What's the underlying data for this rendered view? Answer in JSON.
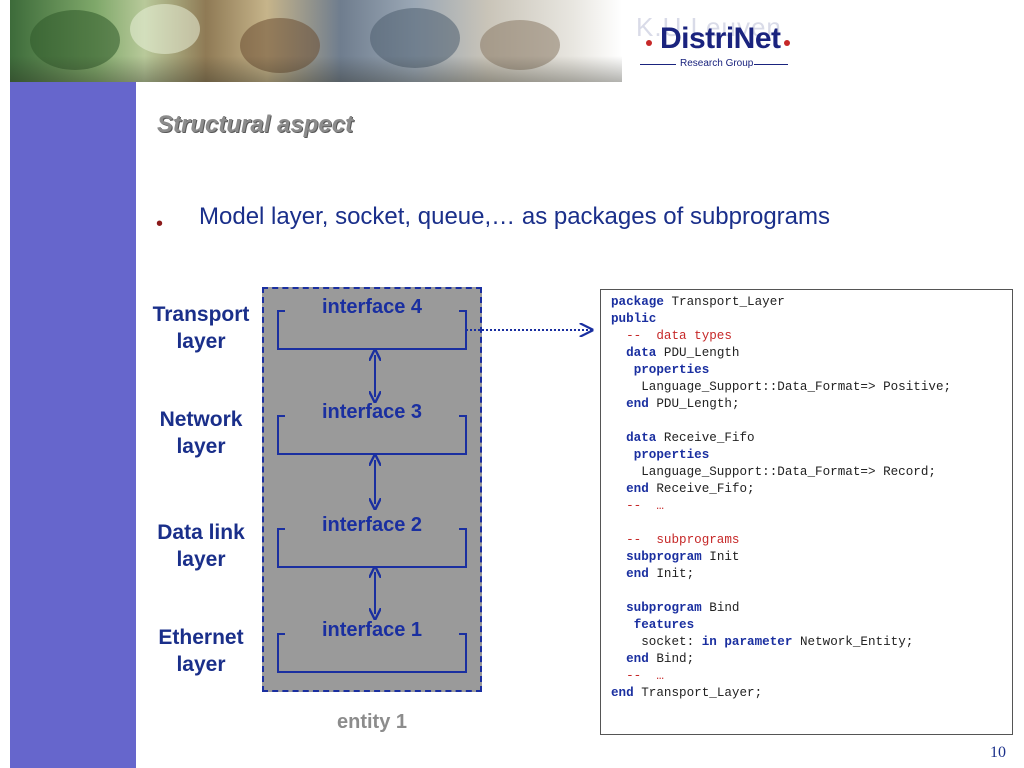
{
  "header": {
    "logo_background_text": "K.U.Leuven",
    "logo_main_text": "DistriNet",
    "logo_sub_text": "Research Group"
  },
  "slide": {
    "title": "Structural aspect",
    "bullet": "Model layer, socket, queue,… as packages of subprograms",
    "page_number": "10"
  },
  "diagram": {
    "entity_label": "entity 1",
    "layers": [
      {
        "label": "Transport\nlayer",
        "interface": "interface 4"
      },
      {
        "label": "Network\nlayer",
        "interface": "interface 3"
      },
      {
        "label": "Data link\nlayer",
        "interface": "interface 2"
      },
      {
        "label": "Ethernet\nlayer",
        "interface": "interface 1"
      }
    ]
  },
  "code": {
    "lines": [
      [
        {
          "t": "package",
          "k": "kw"
        },
        {
          "t": " Transport_Layer"
        }
      ],
      [
        {
          "t": "public",
          "k": "kw"
        }
      ],
      [
        {
          "t": "  --  data types",
          "k": "cm"
        }
      ],
      [
        {
          "t": "  "
        },
        {
          "t": "data",
          "k": "kw"
        },
        {
          "t": " PDU_Length"
        }
      ],
      [
        {
          "t": "   "
        },
        {
          "t": "properties",
          "k": "kw"
        }
      ],
      [
        {
          "t": "    Language_Support::Data_Format=> Positive;"
        }
      ],
      [
        {
          "t": "  "
        },
        {
          "t": "end",
          "k": "kw"
        },
        {
          "t": " PDU_Length;"
        }
      ],
      [
        {
          "t": ""
        }
      ],
      [
        {
          "t": "  "
        },
        {
          "t": "data",
          "k": "kw"
        },
        {
          "t": " Receive_Fifo"
        }
      ],
      [
        {
          "t": "   "
        },
        {
          "t": "properties",
          "k": "kw"
        }
      ],
      [
        {
          "t": "    Language_Support::Data_Format=> Record;"
        }
      ],
      [
        {
          "t": "  "
        },
        {
          "t": "end",
          "k": "kw"
        },
        {
          "t": " Receive_Fifo;"
        }
      ],
      [
        {
          "t": "  --  …",
          "k": "cm"
        }
      ],
      [
        {
          "t": ""
        }
      ],
      [
        {
          "t": "  --  subprograms",
          "k": "cm"
        }
      ],
      [
        {
          "t": "  "
        },
        {
          "t": "subprogram",
          "k": "kw"
        },
        {
          "t": " Init"
        }
      ],
      [
        {
          "t": "  "
        },
        {
          "t": "end",
          "k": "kw"
        },
        {
          "t": " Init;"
        }
      ],
      [
        {
          "t": ""
        }
      ],
      [
        {
          "t": "  "
        },
        {
          "t": "subprogram",
          "k": "kw"
        },
        {
          "t": " Bind"
        }
      ],
      [
        {
          "t": "   "
        },
        {
          "t": "features",
          "k": "kw"
        }
      ],
      [
        {
          "t": "    socket: "
        },
        {
          "t": "in parameter",
          "k": "kw"
        },
        {
          "t": " Network_Entity;"
        }
      ],
      [
        {
          "t": "  "
        },
        {
          "t": "end",
          "k": "kw"
        },
        {
          "t": " Bind;"
        }
      ],
      [
        {
          "t": "  --  …",
          "k": "cm"
        }
      ],
      [
        {
          "t": "end",
          "k": "kw"
        },
        {
          "t": " Transport_Layer;"
        }
      ]
    ]
  }
}
